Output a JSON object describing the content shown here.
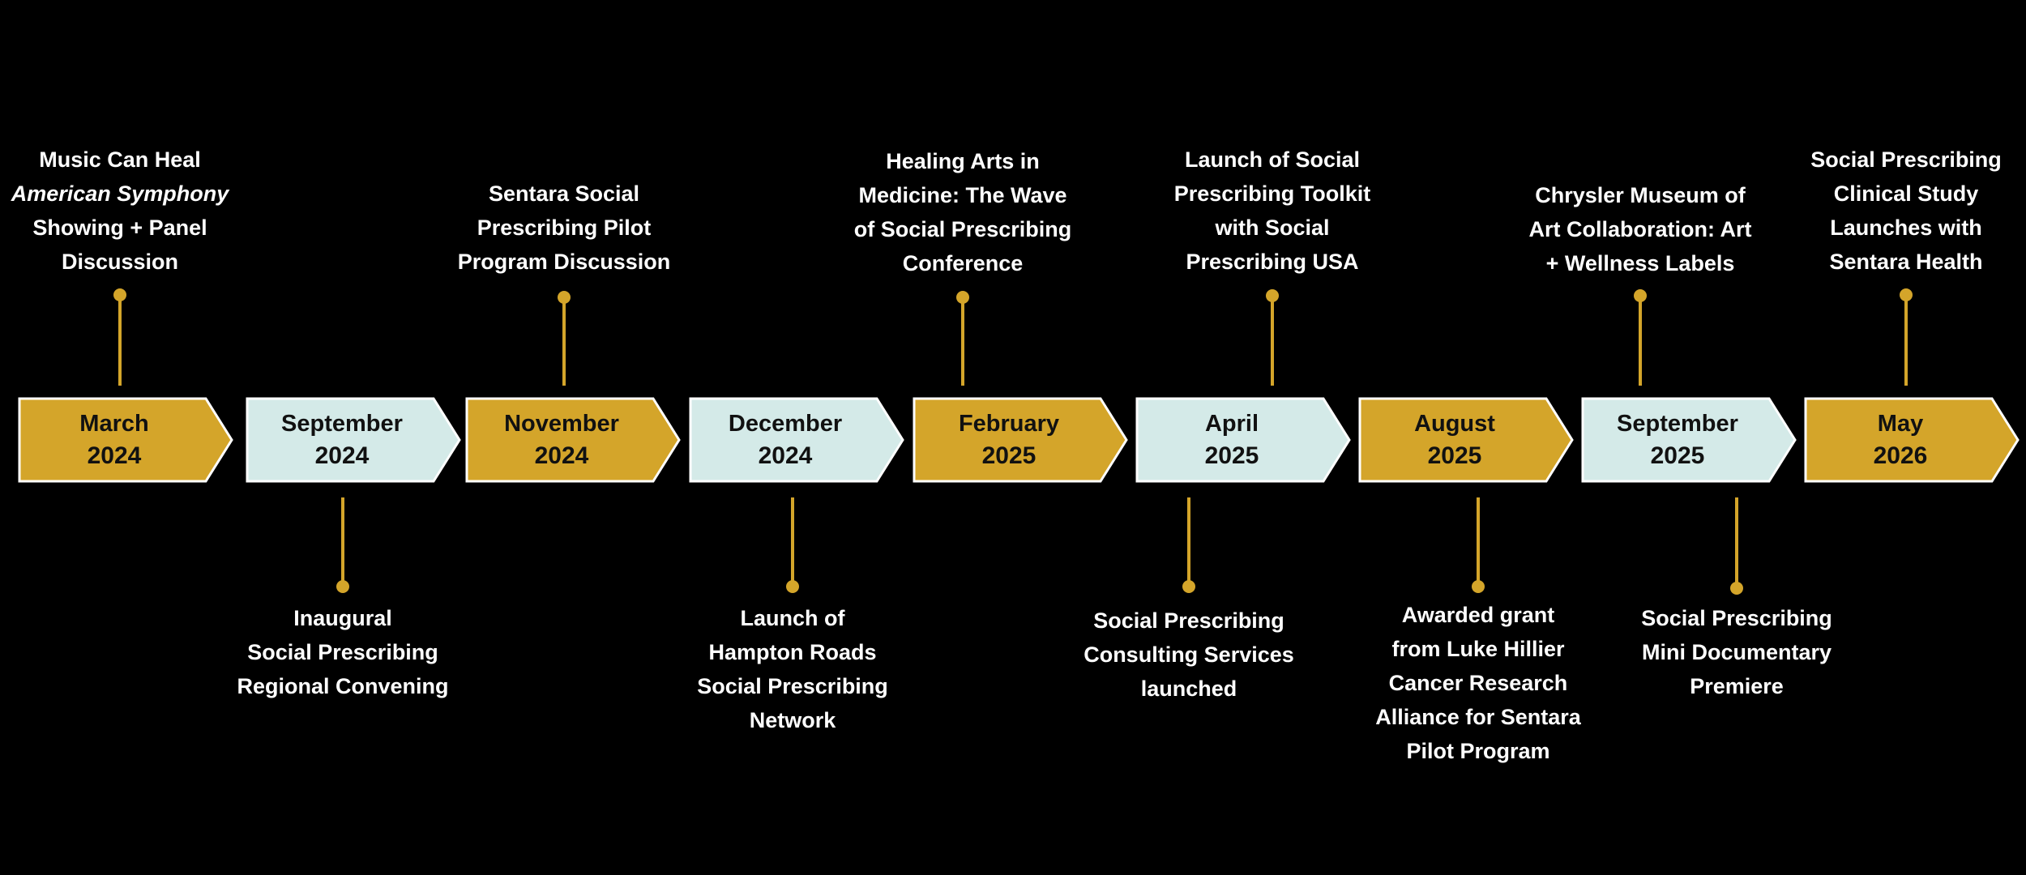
{
  "colors": {
    "background": "#000000",
    "gold": "#D4A52A",
    "light": "#D4EAE8",
    "outline": "#FFFFFF",
    "label_text": "#111111",
    "event_text": "#FFFFFF"
  },
  "milestones": [
    {
      "month": "March",
      "year": "2024",
      "fill": "gold",
      "event_position": "above",
      "event_lines": [
        "Music Can Heal",
        "American Symphony",
        "Showing + Panel",
        "Discussion"
      ],
      "italic_lines": [
        1
      ]
    },
    {
      "month": "September",
      "year": "2024",
      "fill": "light",
      "event_position": "below",
      "event_lines": [
        "Inaugural",
        "Social Prescribing",
        "Regional Convening"
      ],
      "italic_lines": []
    },
    {
      "month": "November",
      "year": "2024",
      "fill": "gold",
      "event_position": "above",
      "event_lines": [
        "Sentara Social",
        "Prescribing Pilot",
        "Program Discussion"
      ],
      "italic_lines": []
    },
    {
      "month": "December",
      "year": "2024",
      "fill": "light",
      "event_position": "below",
      "event_lines": [
        "Launch of",
        "Hampton Roads",
        "Social Prescribing",
        "Network"
      ],
      "italic_lines": []
    },
    {
      "month": "February",
      "year": "2025",
      "fill": "gold",
      "event_position": "above",
      "event_lines": [
        "Healing Arts in",
        "Medicine: The Wave",
        "of Social Prescribing",
        "Conference"
      ],
      "italic_lines": []
    },
    {
      "month": "April",
      "year": "2025",
      "fill": "light",
      "event_position": "both",
      "event_lines": [
        "Launch of Social",
        "Prescribing Toolkit",
        "with Social",
        "Prescribing USA"
      ],
      "italic_lines": [],
      "event_lines_below": [
        "Social Prescribing",
        "Consulting Services",
        "launched"
      ]
    },
    {
      "month": "August",
      "year": "2025",
      "fill": "gold",
      "event_position": "below",
      "event_lines": [
        "Awarded grant",
        "from Luke Hillier",
        "Cancer Research",
        "Alliance for Sentara",
        "Pilot Program"
      ],
      "italic_lines": []
    },
    {
      "month": "September",
      "year": "2025",
      "fill": "light",
      "event_position": "both",
      "event_lines": [
        "Chrysler Museum of",
        "Art Collaboration: Art",
        "+ Wellness Labels"
      ],
      "italic_lines": [],
      "event_lines_below": [
        "Social Prescribing",
        "Mini Documentary",
        "Premiere"
      ]
    },
    {
      "month": "May",
      "year": "2026",
      "fill": "gold",
      "event_position": "above",
      "event_lines": [
        "Social Prescribing",
        "Clinical Study",
        "Launches with",
        "Sentara Health"
      ],
      "italic_lines": []
    }
  ]
}
